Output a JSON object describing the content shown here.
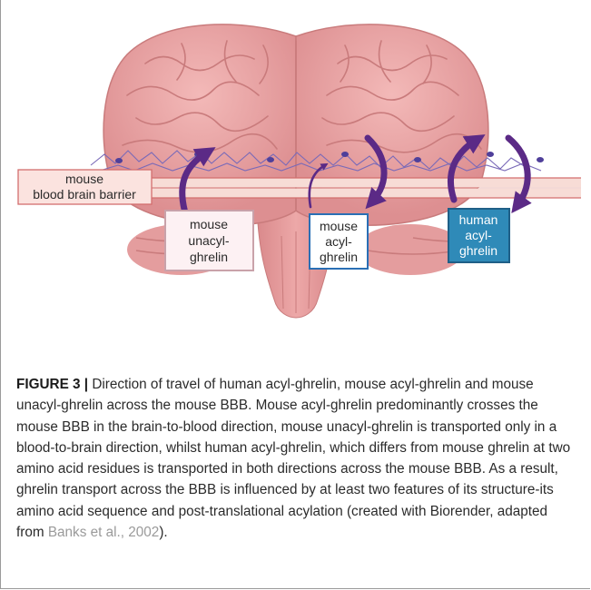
{
  "figure": {
    "barrier_label": [
      "mouse",
      "blood brain barrier"
    ],
    "boxes": [
      {
        "id": "mouse-unacyl",
        "lines": [
          "mouse",
          "unacyl-",
          "ghrelin"
        ],
        "fill": "#fdf1f3",
        "stroke": "#c9a2aa",
        "text_color": "#2a2a2a"
      },
      {
        "id": "mouse-acyl",
        "lines": [
          "mouse",
          "acyl-",
          "ghrelin"
        ],
        "fill": "#ffffff",
        "stroke": "#2a6fb5",
        "text_color": "#2a2a2a"
      },
      {
        "id": "human-acyl",
        "lines": [
          "human",
          "acyl-",
          "ghrelin"
        ],
        "fill": "#2f8ab8",
        "stroke": "#1f5f87",
        "text_color": "#ffffff"
      }
    ],
    "colors": {
      "brain": "#e9a6a6",
      "brain_dark": "#c97b7c",
      "neuron": "#6f5fb0",
      "arrow": "#5b2a86",
      "barrier": "#f4d3cc",
      "barrier_stroke": "#d36e6e"
    }
  },
  "caption": {
    "label": "FIGURE 3 |",
    "text": " Direction of travel of human acyl-ghrelin, mouse acyl-ghrelin and mouse unacyl-ghrelin across the mouse BBB. Mouse acyl-ghrelin predominantly crosses the mouse BBB in the brain-to-blood direction, mouse unacyl-ghrelin is transported only in a blood-to-brain direction, whilst human acyl-ghrelin, which differs from mouse ghrelin at two amino acid residues is transported in both directions across the mouse BBB. As a result, ghrelin transport across the BBB is influenced by at least two features of its structure-its amino acid sequence and post-translational acylation (created with Biorender, adapted from ",
    "citation": "Banks et al., 2002",
    "end": ")."
  }
}
